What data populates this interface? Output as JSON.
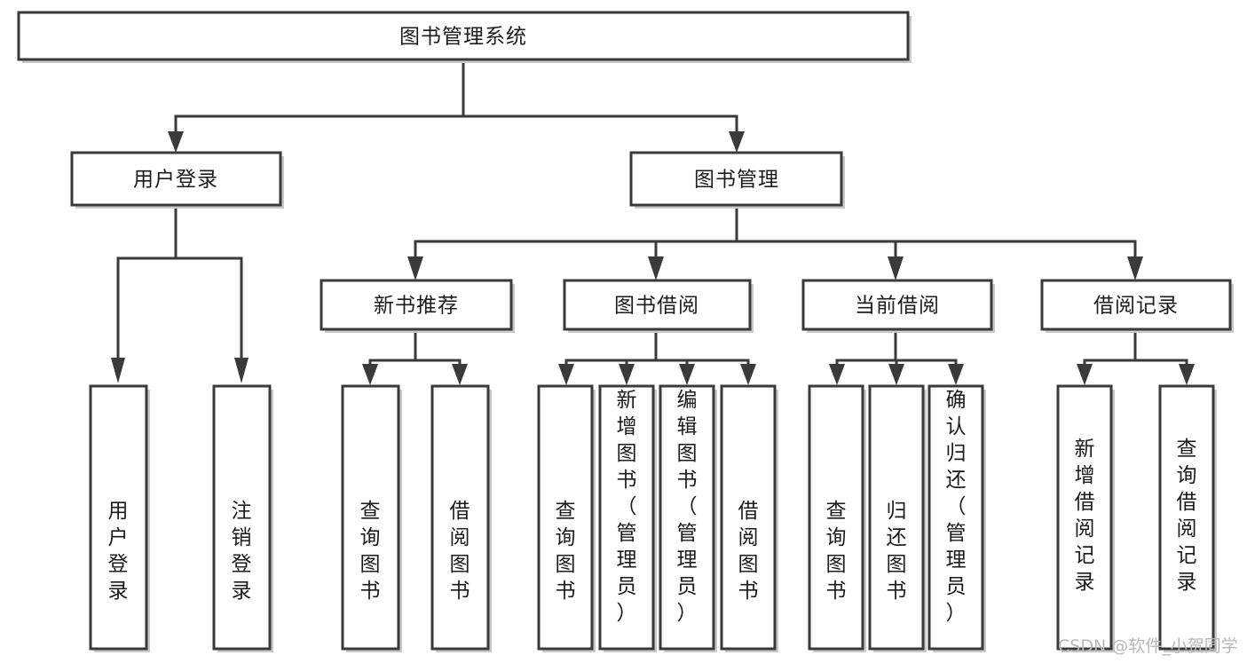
{
  "diagram": {
    "title": "图书管理系统",
    "type": "tree-hierarchy",
    "watermark": "CSDN @软件_小贺同学",
    "colors": {
      "stroke": "#3a3a3a",
      "box_fill": "#ffffff",
      "text": "#1b1b1b",
      "watermark": "#b9b9b9",
      "background": "#ffffff"
    },
    "root": {
      "label": "图书管理系统"
    },
    "level2": [
      {
        "label": "用户登录"
      },
      {
        "label": "图书管理"
      }
    ],
    "level3": [
      {
        "label": "新书推荐"
      },
      {
        "label": "图书借阅"
      },
      {
        "label": "当前借阅"
      },
      {
        "label": "借阅记录"
      }
    ],
    "leaves": {
      "user_login": [
        {
          "label": "用户登录"
        },
        {
          "label": "注销登录"
        }
      ],
      "new_book_recommend": [
        {
          "label": "查询图书"
        },
        {
          "label": "借阅图书"
        }
      ],
      "book_borrow": [
        {
          "label": "查询图书"
        },
        {
          "label": "新增图书（管理员）"
        },
        {
          "label": "编辑图书（管理员）"
        },
        {
          "label": "借阅图书"
        }
      ],
      "current_borrow": [
        {
          "label": "查询图书"
        },
        {
          "label": "归还图书"
        },
        {
          "label": "确认归还（管理员）"
        }
      ],
      "borrow_record": [
        {
          "label": "新增借阅记录"
        },
        {
          "label": "查询借阅记录"
        }
      ]
    }
  }
}
